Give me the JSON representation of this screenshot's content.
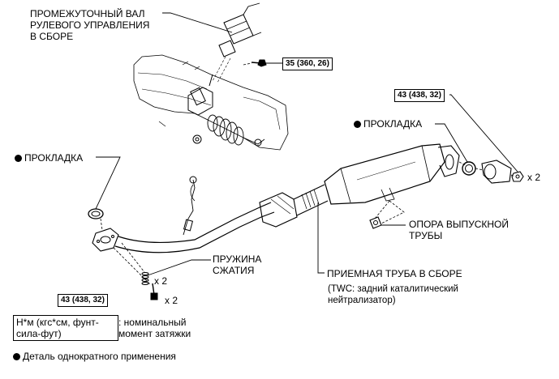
{
  "labels": {
    "steering_shaft": "ПРОМЕЖУТОЧНЫЙ ВАЛ\nРУЛЕВОГО УПРАВЛЕНИЯ\nВ СБОРЕ",
    "gasket_right": "ПРОКЛАДКА",
    "gasket_left": "ПРОКЛАДКА",
    "exhaust_support": "ОПОРА ВЫПУСКНОЙ\nТРУБЫ",
    "compression_spring": "ПРУЖИНА\nСЖАТИЯ",
    "front_pipe": "ПРИЕМНАЯ ТРУБА В СБОРЕ",
    "front_pipe_note": "(TWC: задний каталитический\nнейтрализатор)",
    "qty_right": "x 2",
    "qty_spring": "x 2",
    "qty_bolt": "x 2"
  },
  "torque": {
    "steering": "35 (360, 26)",
    "right": "43 (438, 32)",
    "left": "43 (438, 32)"
  },
  "legend": {
    "torque_units": "Н*м (кгс*см, фунт-\nсила-фут)",
    "torque_desc": ": номинальный\nмомент затяжки",
    "single_use": "Деталь однократного применения"
  },
  "colors": {
    "line": "#000000",
    "background": "#ffffff"
  }
}
